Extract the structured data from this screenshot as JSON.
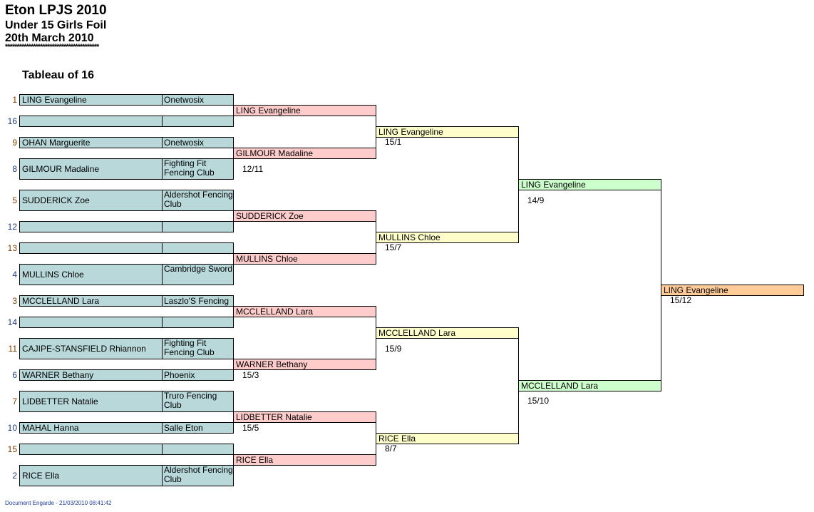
{
  "header": {
    "title": "Eton LPJS 2010",
    "event": "Under 15 Girls Foil",
    "date": "20th March 2010",
    "stars": "****************************************",
    "tableau": "Tableau of 16"
  },
  "colors": {
    "round1": "#b8d8da",
    "round2": "#ffcccc",
    "round3": "#ffffcc",
    "round4": "#ccffcc",
    "final": "#ffcc99"
  },
  "round1": [
    {
      "seed": "1",
      "name": "LING Evangeline",
      "club": "Onetwosix"
    },
    {
      "seed": "16",
      "name": "",
      "club": ""
    },
    {
      "seed": "9",
      "name": "OHAN Marguerite",
      "club": "Onetwosix"
    },
    {
      "seed": "8",
      "name": "GILMOUR Madaline",
      "club": "Fighting Fit Fencing Club"
    },
    {
      "seed": "5",
      "name": "SUDDERICK Zoe",
      "club": "Aldershot Fencing Club"
    },
    {
      "seed": "12",
      "name": "",
      "club": ""
    },
    {
      "seed": "13",
      "name": "",
      "club": ""
    },
    {
      "seed": "4",
      "name": "MULLINS Chloe",
      "club": "Cambridge Sword"
    },
    {
      "seed": "3",
      "name": "MCCLELLAND Lara",
      "club": "Laszlo'S Fencing"
    },
    {
      "seed": "14",
      "name": "",
      "club": ""
    },
    {
      "seed": "11",
      "name": "CAJIPE-STANSFIELD Rhiannon",
      "club": "Fighting Fit Fencing Club"
    },
    {
      "seed": "6",
      "name": "WARNER Bethany",
      "club": "Phoenix"
    },
    {
      "seed": "7",
      "name": "LIDBETTER Natalie",
      "club": "Truro Fencing Club"
    },
    {
      "seed": "10",
      "name": "MAHAL Hanna",
      "club": "Salle Eton"
    },
    {
      "seed": "15",
      "name": "",
      "club": ""
    },
    {
      "seed": "2",
      "name": "RICE Ella",
      "club": "Aldershot Fencing Club"
    }
  ],
  "round2": [
    {
      "name": "LING Evangeline",
      "score": ""
    },
    {
      "name": "GILMOUR Madaline",
      "score": "12/11"
    },
    {
      "name": "SUDDERICK Zoe",
      "score": ""
    },
    {
      "name": "MULLINS Chloe",
      "score": ""
    },
    {
      "name": "MCCLELLAND Lara",
      "score": ""
    },
    {
      "name": "WARNER Bethany",
      "score": "15/3"
    },
    {
      "name": "LIDBETTER Natalie",
      "score": "15/5"
    },
    {
      "name": "RICE Ella",
      "score": ""
    }
  ],
  "round3": [
    {
      "name": "LING Evangeline",
      "score": "15/1"
    },
    {
      "name": "MULLINS Chloe",
      "score": "15/7"
    },
    {
      "name": "MCCLELLAND Lara",
      "score": "15/9"
    },
    {
      "name": "RICE Ella",
      "score": "8/7"
    }
  ],
  "round4": [
    {
      "name": "LING Evangeline",
      "score": "14/9"
    },
    {
      "name": "MCCLELLAND Lara",
      "score": "15/10"
    }
  ],
  "final": [
    {
      "name": "LING Evangeline",
      "score": "15/12"
    }
  ],
  "footer": "Document Engarde - 21/03/2010 08:41:42"
}
